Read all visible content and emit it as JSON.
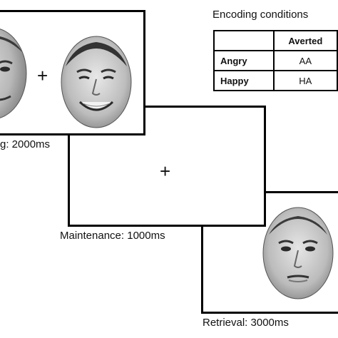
{
  "encoding": {
    "fixation": "+",
    "caption": "g: 2000ms",
    "faces": [
      {
        "name": "face-neutral-smile-left-icon"
      },
      {
        "name": "face-happy-smile-icon"
      }
    ]
  },
  "maintenance": {
    "fixation": "+",
    "caption": "Maintenance: 1000ms"
  },
  "retrieval": {
    "caption": "Retrieval: 3000ms",
    "faces": [
      {
        "name": "face-neutral-icon"
      }
    ]
  },
  "conditions": {
    "title": "Encoding conditions",
    "column_headers": [
      "",
      "Averted"
    ],
    "rows": [
      {
        "label": "Angry",
        "cells": [
          "AA"
        ]
      },
      {
        "label": "Happy",
        "cells": [
          "HA"
        ]
      }
    ]
  },
  "colors": {
    "frame": "#000000",
    "background": "#ffffff",
    "face_skin": "#bdbdbd"
  }
}
